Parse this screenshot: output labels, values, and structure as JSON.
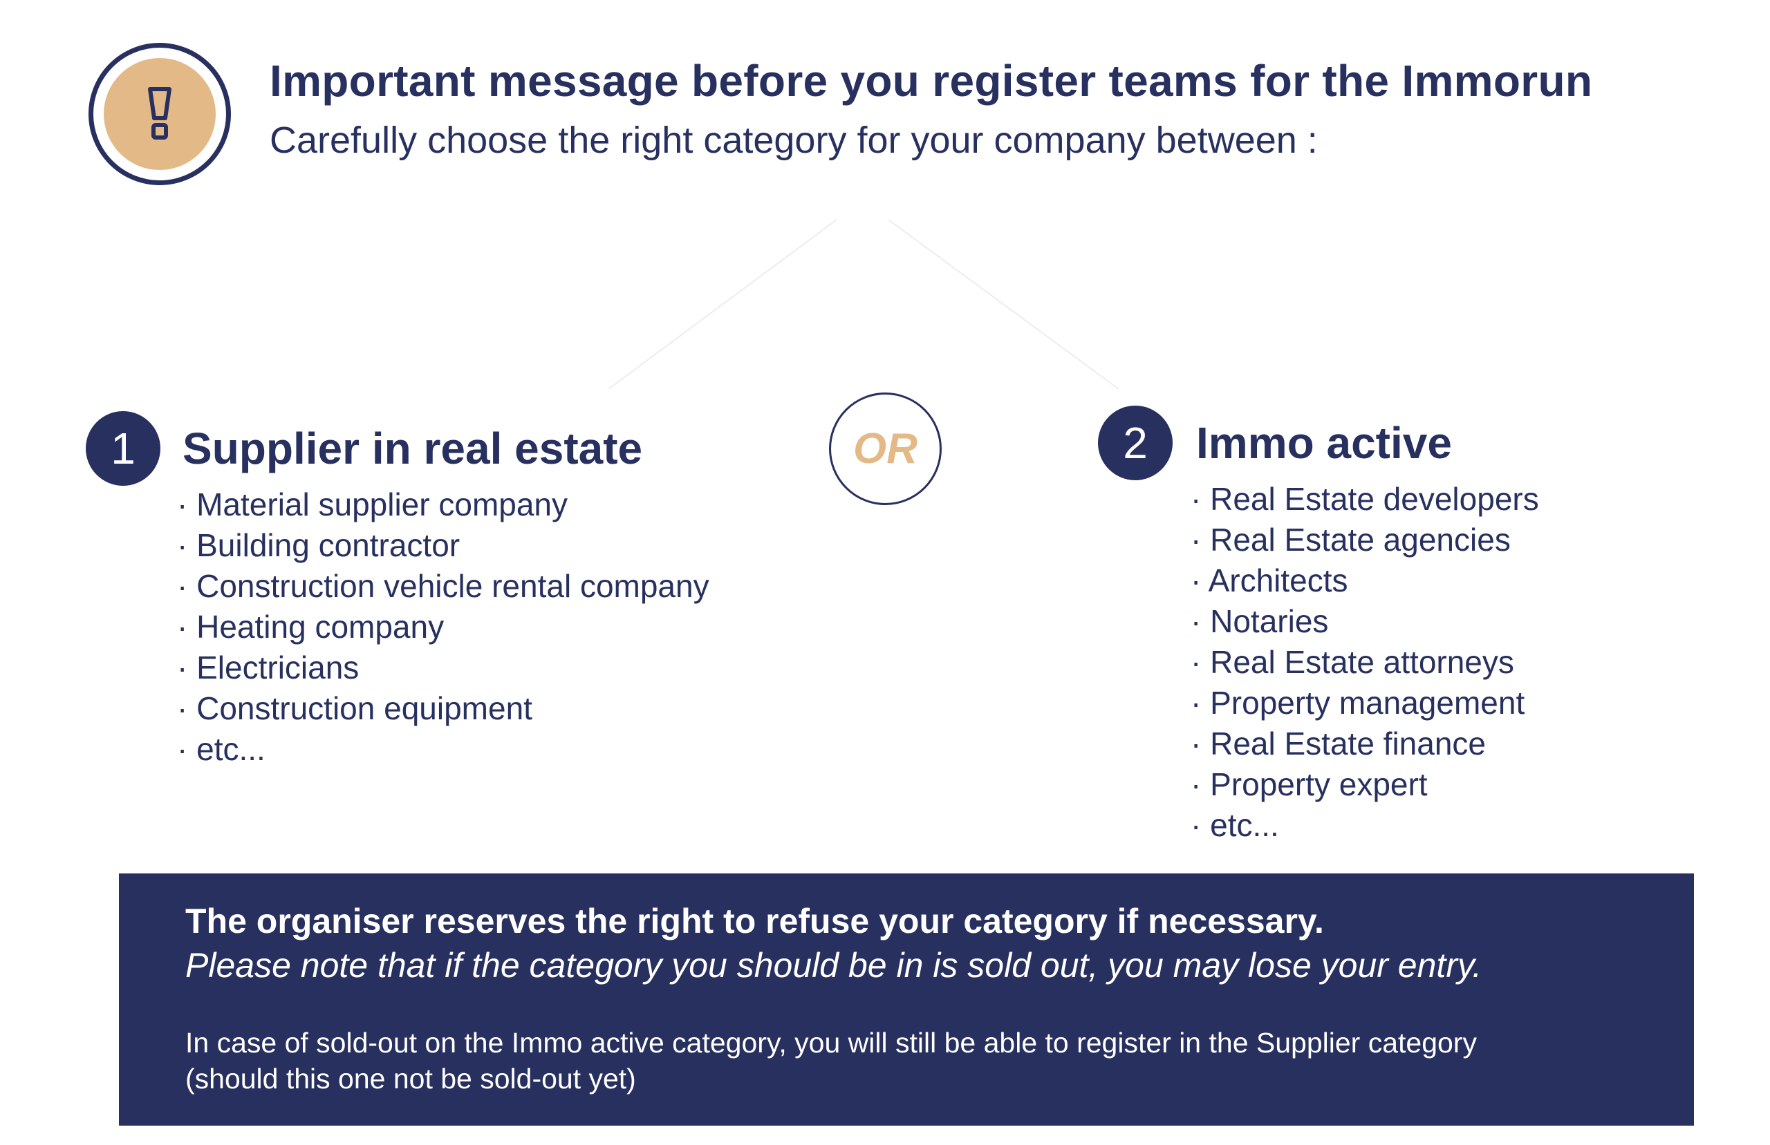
{
  "header": {
    "title": "Important message before you register teams for the Immorun",
    "subtitle": "Carefully choose the right category for your company between :",
    "alert_icon": "exclamation-icon"
  },
  "categories": [
    {
      "number": "1",
      "title": "Supplier in real estate",
      "items": [
        "Material supplier company",
        "Building contractor",
        "Construction vehicle rental company",
        "Heating company",
        "Electricians",
        "Construction equipment",
        "etc..."
      ]
    },
    {
      "number": "2",
      "title": "Immo active",
      "items": [
        "Real Estate developers",
        "Real Estate agencies",
        "Architects",
        "Notaries",
        "Real Estate attorneys",
        "Property management",
        "Real Estate finance",
        "Property expert",
        "etc..."
      ]
    }
  ],
  "or_label": "OR",
  "notice": {
    "line1": "The organiser reserves the right to refuse your category if necessary.",
    "line2": "Please note that if the category you should be in is sold out, you may lose your entry.",
    "line3": "In case of sold-out on the Immo active category, you will still be able to register in the Supplier category",
    "line4": "(should this one not be sold-out yet)"
  },
  "colors": {
    "navy": "#27305f",
    "gold": "#e3b987",
    "white": "#ffffff"
  }
}
